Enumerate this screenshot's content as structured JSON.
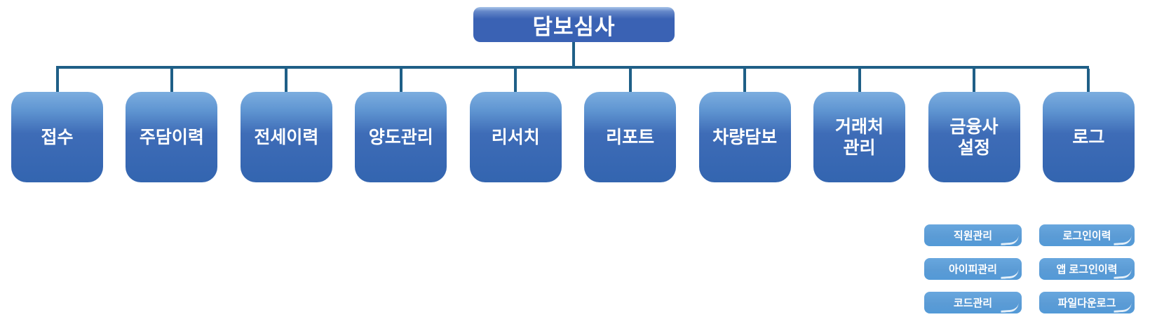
{
  "colors": {
    "root_fill": "#3A62B4",
    "root_highlight": "#A9C6EA",
    "node_gradient_top": "#7CADDF",
    "node_gradient_mid": "#3E6CB7",
    "node_gradient_bottom": "#3365B0",
    "connector_line": "#1F5F87",
    "sub_fill": "#5B9BD5",
    "sub_fill_light": "#68A7DE",
    "sub_fill_dark": "#539AD7",
    "label_text": "#FFFFFF"
  },
  "tree": {
    "root": {
      "label": "담보심사"
    },
    "children": [
      {
        "label": "접수"
      },
      {
        "label": "주담이력"
      },
      {
        "label": "전세이력"
      },
      {
        "label": "양도관리"
      },
      {
        "label": "리서치"
      },
      {
        "label": "리포트"
      },
      {
        "label": "차량담보"
      },
      {
        "label": "거래처\n관리"
      },
      {
        "label": "금융사\n설정"
      },
      {
        "label": "로그"
      }
    ]
  },
  "subnodes": {
    "left_column": [
      "직원관리",
      "아이피관리",
      "코드관리"
    ],
    "right_column": [
      "로그인이력",
      "앱 로그인이력",
      "파일다운로그"
    ]
  }
}
